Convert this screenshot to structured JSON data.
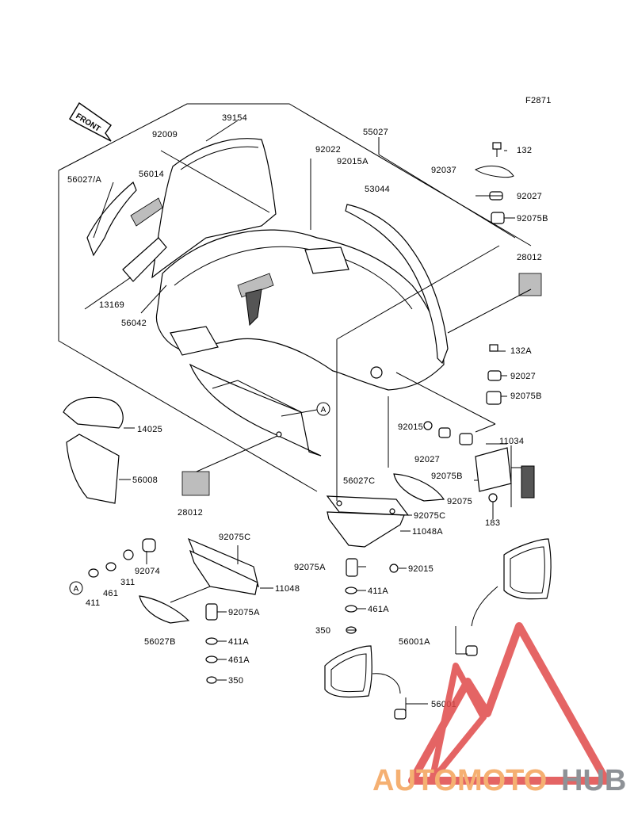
{
  "figure_code": "F2871",
  "direction_label": "FRONT",
  "parts": {
    "p39154": "39154",
    "p55027": "55027",
    "p92009": "92009",
    "p92022": "92022",
    "p92015A_top": "92015A",
    "p56027A": "56027/A",
    "p56014": "56014",
    "p53044": "53044",
    "p92037": "92037",
    "p132": "132",
    "p92027_a": "92027",
    "p92075B_a": "92075B",
    "p28012_a": "28012",
    "p13169": "13169",
    "p56042": "56042",
    "p132A": "132A",
    "p92027_b": "92027",
    "p92075B_b": "92075B",
    "p14025": "14025",
    "p56008": "56008",
    "p28012_b": "28012",
    "p92015_a": "92015",
    "p92027_c": "92027",
    "p92075B_c": "92075B",
    "p11034": "11034",
    "p56027C": "56027C",
    "p92075": "92075",
    "p183": "183",
    "p92075C_a": "92075C",
    "p11048A": "11048A",
    "p92075C_b": "92075C",
    "p92075A_a": "92075A",
    "p92015_b": "92015",
    "p411A_a": "411A",
    "p461A_a": "461A",
    "p350_a": "350",
    "p92074": "92074",
    "p311": "311",
    "p461": "461",
    "p411": "411",
    "p11048": "11048",
    "p92075A_b": "92075A",
    "p56027B": "56027B",
    "p411A_b": "411A",
    "p461A_b": "461A",
    "p350_b": "350",
    "p56001A": "56001A",
    "p56001": "56001"
  },
  "callouts": {
    "a1": "A",
    "a2": "A"
  },
  "watermark": {
    "text_a": "AUTOMOTO",
    "text_b": "HUB",
    "color_a": "#f4a35a",
    "color_b": "#7b7f86",
    "triangle_color": "#e04a4a"
  }
}
